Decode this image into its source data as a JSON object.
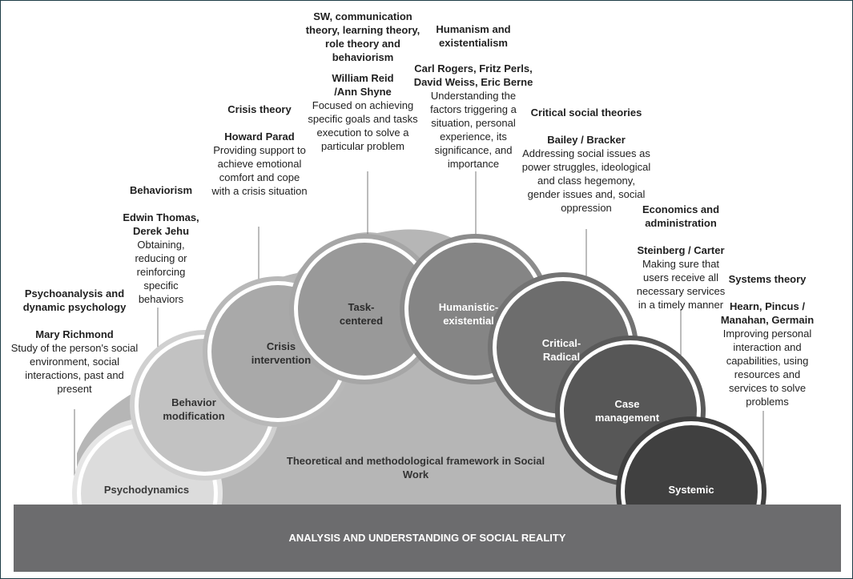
{
  "colors": {
    "background": "#ffffff",
    "frame": "#1d3c46",
    "hill": "#b6b6b6",
    "base_bar": "#6c6c6e",
    "text_dark": "#1f1f1f",
    "text_light": "#ffffff"
  },
  "framework_label": "Theoretical and methodological framework in Social Work",
  "base_label": "ANALYSIS AND UNDERSTANDING  OF SOCIAL REALITY",
  "models": [
    {
      "label": "Psychodynamics",
      "theory": "Psychoanalysis and dynamic psychology",
      "authors": "Mary Richmond",
      "description": "Study of the person's social environment, social interactions, past and present",
      "fill": "#dcdcdc",
      "label_color": "#3a3a3a"
    },
    {
      "label": "Behavior modification",
      "theory": "Behaviorism",
      "authors": "Edwin Thomas, Derek Jehu",
      "description": "Obtaining, reducing or reinforcing specific behaviors",
      "fill": "#c2c2c2",
      "label_color": "#333333"
    },
    {
      "label": "Crisis intervention",
      "theory": "Crisis theory",
      "authors": "Howard Parad",
      "description": "Providing support to achieve emotional comfort and cope with a crisis situation",
      "fill": "#a9a9a9",
      "label_color": "#2e2e2e"
    },
    {
      "label": "Task-centered",
      "theory": "SW, communication theory, learning theory, role theory and behaviorism",
      "authors": "William Reid /Ann Shyne",
      "description": "Focused on achieving specific goals and tasks execution to solve a particular problem",
      "fill": "#999999",
      "label_color": "#2b2b2b"
    },
    {
      "label": "Humanistic-existential",
      "theory": "Humanism and existentialism",
      "authors": "Carl Rogers, Fritz Perls, David Weiss, Eric Berne",
      "description": "Understanding the factors triggering a situation, personal experience, its significance, and importance",
      "fill": "#858585",
      "label_color": "#ffffff"
    },
    {
      "label": "Critical-Radical",
      "theory": "Critical social theories",
      "authors": "Bailey / Bracker",
      "description": "Addressing social issues as power struggles, ideological and class hegemony, gender issues and, social oppression",
      "fill": "#6d6d6d",
      "label_color": "#ffffff"
    },
    {
      "label": "Case management",
      "theory": "Economics and administration",
      "authors": "Steinberg / Carter",
      "description": "Making sure that users receive all necessary services in a timely manner",
      "fill": "#575757",
      "label_color": "#ffffff"
    },
    {
      "label": "Systemic",
      "theory": "Systems theory",
      "authors": "Hearn, Pincus / Manahan, Germain",
      "description": "Improving personal interaction and capabilities, using resources and services to solve problems",
      "fill": "#404040",
      "label_color": "#ffffff"
    }
  ]
}
